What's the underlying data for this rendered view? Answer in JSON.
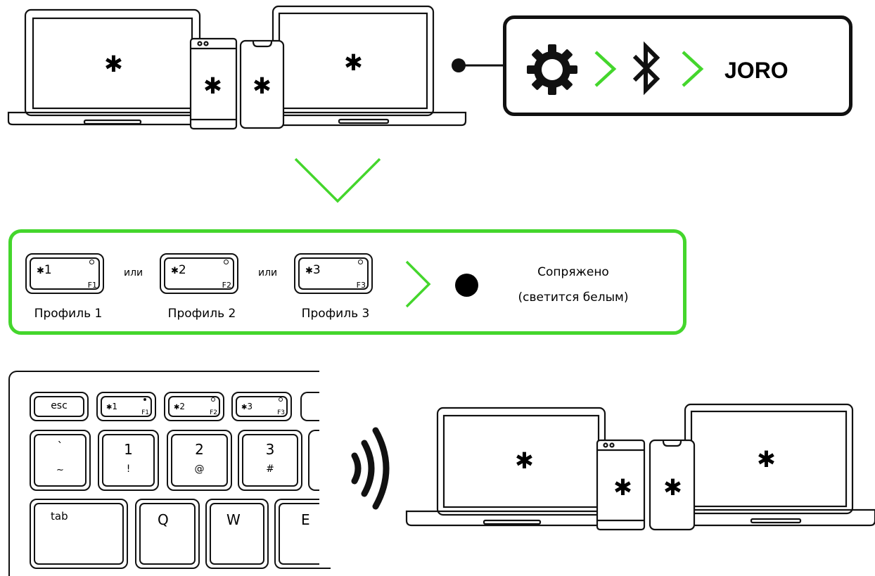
{
  "step1": {
    "bluetooth_symbol": "✱",
    "pair_target": "JORO",
    "icons": [
      "gear-icon",
      "chevron-right-icon",
      "bluetooth-icon",
      "chevron-right-icon"
    ]
  },
  "step2": {
    "profiles": [
      {
        "key_number": "1",
        "fn_label": "F1",
        "caption": "Профиль 1"
      },
      {
        "key_number": "2",
        "fn_label": "F2",
        "caption": "Профиль 2"
      },
      {
        "key_number": "3",
        "fn_label": "F3",
        "caption": "Профиль 3"
      }
    ],
    "or_text": "или",
    "status_line1": "Сопряжено",
    "status_line2": "(светится белым)"
  },
  "keyboard": {
    "row1": [
      {
        "label": "esc"
      },
      {
        "number": "1",
        "fn": "F1"
      },
      {
        "number": "2",
        "fn": "F2"
      },
      {
        "number": "3",
        "fn": "F3"
      }
    ],
    "row2": [
      {
        "top": "`",
        "bottom": "~"
      },
      {
        "top": "1",
        "bottom": "!"
      },
      {
        "top": "2",
        "bottom": "@"
      },
      {
        "top": "3",
        "bottom": "#"
      }
    ],
    "row3": [
      {
        "label": "tab"
      },
      {
        "label": "Q"
      },
      {
        "label": "W"
      },
      {
        "label": "E"
      }
    ]
  },
  "colors": {
    "accent_green": "#44d62c",
    "line": "#111111"
  }
}
